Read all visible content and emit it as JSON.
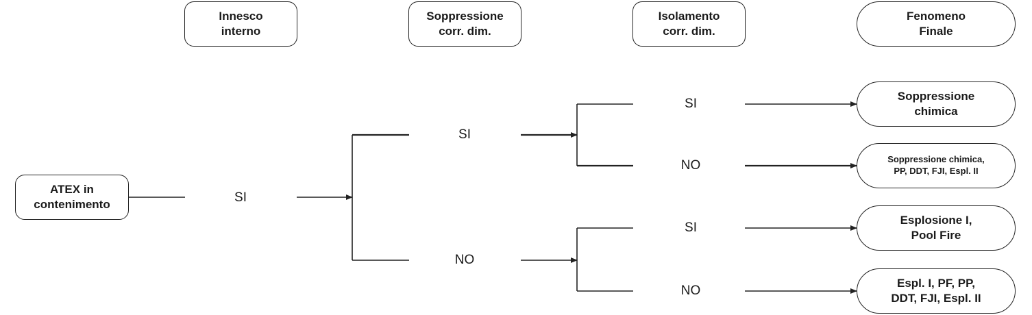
{
  "headers": [
    {
      "line1": "Innesco",
      "line2": "interno"
    },
    {
      "line1": "Soppressione",
      "line2": "corr. dim."
    },
    {
      "line1": "Isolamento",
      "line2": "corr. dim."
    },
    {
      "line1": "Fenomeno",
      "line2": "Finale"
    }
  ],
  "start": {
    "line1": "ATEX in",
    "line2": "contenimento"
  },
  "branch_labels": {
    "innesco": "SI",
    "soppressione_yes": "SI",
    "soppressione_no": "NO",
    "isolamento_1_yes": "SI",
    "isolamento_1_no": "NO",
    "isolamento_2_yes": "SI",
    "isolamento_2_no": "NO"
  },
  "outcomes": [
    {
      "line1": "Soppressione",
      "line2": "chimica"
    },
    {
      "line1": "Soppressione chimica,",
      "line2": "PP, DDT, FJI, Espl. II"
    },
    {
      "line1": "Esplosione I,",
      "line2": "Pool Fire"
    },
    {
      "line1": "Espl. I, PF, PP,",
      "line2": "DDT, FJI, Espl. II"
    }
  ]
}
